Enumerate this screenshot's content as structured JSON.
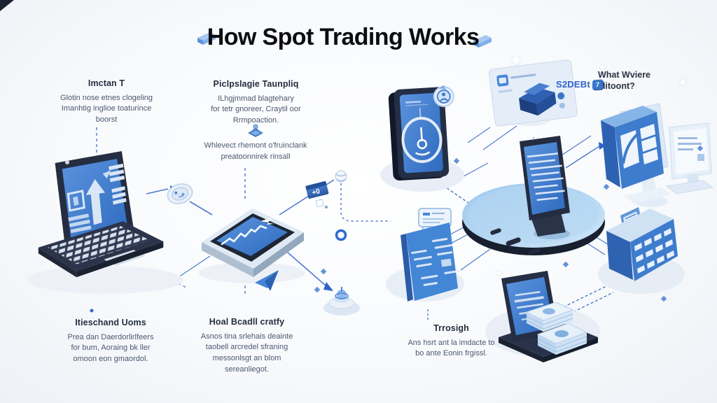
{
  "header": {
    "title": "How Spot Trading Works"
  },
  "colors": {
    "accent": "#3a76c8",
    "navy": "#242e44",
    "screen_blue": "#3e7ccd",
    "light_blue": "#cfe2f4",
    "background": "#f8fafc",
    "title_text": "#0c0d10",
    "body_text": "#4d5870"
  },
  "text_blocks": [
    {
      "heading": "Imctan T",
      "lines": [
        "Glotin nose etnes clogeling",
        "Imanhtig inglioe toaturince",
        "boorst"
      ]
    },
    {
      "heading": "Piclpslagie Taunpliq",
      "lines": [
        "ILhgjmmad blagtehary",
        "for tetr gnoreer, Craytil oor",
        "Rrmpoaction."
      ]
    },
    {
      "heading": "",
      "lines": [
        "Whlevect rhemont o'fruinclank",
        "preatoonnirek rinsall"
      ]
    },
    {
      "heading": "What Wviere",
      "lines": [
        "Mitoont?"
      ]
    },
    {
      "heading": "Itieschand Uoms",
      "lines": [
        "Prea dan Daerdorlirlfeers",
        "for bum, Aoraing bk ller",
        "omoon eon gmaordol."
      ]
    },
    {
      "heading": "Hoal Bcadll cratfy",
      "lines": [
        "Asnos tina srlehais deainte",
        "taobell arcredel sfraning",
        "messonlsgt an blom",
        "sereanliegot."
      ]
    },
    {
      "heading": "Trrosigh",
      "lines": [
        "Ans hsrt ant la imdacte to",
        "bo ante Eonin frgissl."
      ]
    }
  ],
  "badge": {
    "label": "S2DEBt",
    "icon_glyph": "7"
  },
  "tags": {
    "plus_tag": "+0"
  },
  "icons": {
    "title_left": "isometric-bar-icon",
    "title_right": "isometric-bar-icon",
    "market_person": "person-diamond-icon",
    "coin": "coin-icon",
    "sphere": "striped-sphere-icon",
    "ring": "ring-icon",
    "beacon": "beacon-icon",
    "paper_plane": "paper-plane-icon",
    "speech_bubble": "speech-bubble-icon",
    "envelope": "envelope-icon",
    "clock_gauge": "clock-gauge-icon",
    "coin_badge": "coin-badge-icon"
  }
}
